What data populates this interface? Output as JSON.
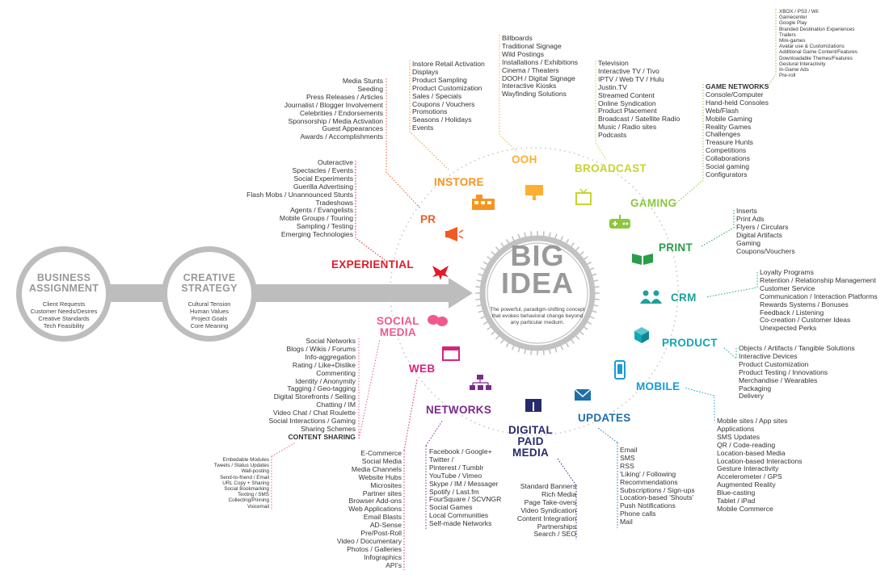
{
  "diagram": {
    "left": {
      "business": {
        "title": "BUSINESS ASSIGNMENT",
        "lines": [
          "Client Requests",
          "Customer Needs/Desires",
          "Creative Standards",
          "Tech Feasibility"
        ]
      },
      "creative": {
        "title": "CREATIVE STRATEGY",
        "lines": [
          "Cultural Tension",
          "Human Values",
          "Project Goals",
          "Core Meaning"
        ]
      }
    },
    "center": {
      "title": "BIG IDEA",
      "description": "The powerful, paradigm-shifting concept that evokes behavioral change beyond any particular medium."
    },
    "categories": [
      {
        "id": "experiential",
        "label": "EXPERIENTIAL",
        "color": "#e11b2b",
        "icon": "phoenix-bird-icon",
        "items": [
          "Outeractive",
          "Spectacles / Events",
          "Social Experiments",
          "Guerilla Advertising",
          "Flash Mobs / Unannounced Stunts",
          "Tradeshows",
          "Agents / Evangelists",
          "Mobile Groups / Touring",
          "Sampling / Testing",
          "Emerging Technologies"
        ]
      },
      {
        "id": "pr",
        "label": "PR",
        "color": "#f05a23",
        "icon": "megaphone-icon",
        "items": [
          "Media Stunts",
          "Seeding",
          "Press Releases / Articles",
          "Journalist / Blogger Involvement",
          "Celebrities / Endorsements",
          "Sponsorship / Media Activation",
          "Guest Appearances",
          "Awards / Accomplishments"
        ]
      },
      {
        "id": "instore",
        "label": "INSTORE",
        "color": "#f7941d",
        "icon": "store-shelf-icon",
        "items": [
          "Instore Retail Activation",
          "Displays",
          "Product Sampling",
          "Product Customization",
          "Sales / Specials",
          "Coupons / Vouchers",
          "Promotions",
          "Seasons / Holidays",
          "Events"
        ]
      },
      {
        "id": "ooh",
        "label": "OOH",
        "color": "#fbb034",
        "icon": "billboard-icon",
        "items": [
          "Billboards",
          "Traditional Signage",
          "Wild Postings",
          "Installations / Exhibitions",
          "Cinema / Theaters",
          "DOOH / Digital Signage",
          "Interactive Kiosks",
          "Wayfinding Solutions"
        ]
      },
      {
        "id": "broadcast",
        "label": "BROADCAST",
        "color": "#c7d52b",
        "icon": "television-icon",
        "items": [
          "Television",
          "Interactive TV / Tivo",
          "IPTV / Web TV / Hulu",
          "Justin.TV",
          "Streamed Content",
          "Online Syndication",
          "Product Placement",
          "Broadcast / Satellite Radio",
          "Music / Radio sites",
          "Podcasts"
        ]
      },
      {
        "id": "gaming",
        "label": "GAMING",
        "color": "#8dc63f",
        "icon": "game-controller-icon",
        "header": "GAME NETWORKS",
        "items": [
          "Console/Computer",
          "Hand-held Consoles",
          "Web/Flash",
          "Mobile Gaming",
          "Reality Games",
          "Challenges",
          "Treasure Hunts",
          "Competitions",
          "Collaborations",
          "Social gaming",
          "Configurators"
        ],
        "extra_items": [
          "XBOX / PS3 / Wii",
          "Gamecenter",
          "Google Play",
          "Branded Destination Experiences",
          "Trailers",
          "Mini-games",
          "Avatar use & Customizations",
          "Additional Game Content/Features",
          "Downloadable Themes/Features",
          "Gestural Interactivity",
          "In-Game Ads",
          "Pre-roll"
        ]
      },
      {
        "id": "print",
        "label": "PRINT",
        "color": "#2a9d4a",
        "icon": "open-book-icon",
        "items": [
          "Inserts",
          "Print Ads",
          "Flyers / Circulars",
          "Digital Artifacts",
          "Gaming",
          "Coupons/Vouchers"
        ]
      },
      {
        "id": "crm",
        "label": "CRM",
        "color": "#1aa39a",
        "icon": "people-icon",
        "items": [
          "Loyalty Programs",
          "Retention / Relationship Management",
          "Customer Service",
          "Communication / Interaction Platforms",
          "Rewards Systems / Bonuses",
          "Feedback / Listening",
          "Co-creation / Customer Ideas",
          "Unexpected Perks"
        ]
      },
      {
        "id": "product",
        "label": "PRODUCT",
        "color": "#13a6b4",
        "icon": "cube-icon",
        "items": [
          "Objects / Artifacts / Tangible Solutions",
          "Interactive Devices",
          "Product Customization",
          "Product Testing / Innovations",
          "Merchandise / Wearables",
          "Packaging",
          "Delivery"
        ]
      },
      {
        "id": "mobile",
        "label": "MOBILE",
        "color": "#1b9ad6",
        "icon": "smartphone-icon",
        "items": [
          "Mobile sites / App sites",
          "Applications",
          "SMS Updates",
          "QR / Code-reading",
          "Location-based Media",
          "Location-based Interactions",
          "Gesture Interactivity",
          "Accelerometer / GPS",
          "Augmented Reality",
          "Blue-casting",
          "Tablet / iPad",
          "Mobile Commerce"
        ]
      },
      {
        "id": "updates",
        "label": "UPDATES",
        "color": "#1f6fa8",
        "icon": "envelope-icon",
        "items": [
          "Email",
          "SMS",
          "RSS",
          "'Liking' / Following",
          "Recommendations",
          "Subscriptions / Sign-ups",
          "Location-based 'Shouts'",
          "Push Notifications",
          "Phone calls",
          "Mail"
        ]
      },
      {
        "id": "paid",
        "label": "DIGITAL PAID MEDIA",
        "label_lines": [
          "DIGITAL",
          "PAID",
          "MEDIA"
        ],
        "color": "#262a6d",
        "icon": "browser-ad-icon",
        "items": [
          "Standard Banners",
          "Rich Media",
          "Page Take-overs",
          "Video Syndication",
          "Content Integration",
          "Partnerships",
          "Search / SEO"
        ]
      },
      {
        "id": "networks",
        "label": "NETWORKS",
        "color": "#7b2a8c",
        "icon": "sitemap-icon",
        "items": [
          "Facebook / Google+",
          "Twitter /",
          "Pinterest / Tumblr",
          "YouTube / Vimeo",
          "Skype / IM / Messager",
          "Spotify / Last.fm",
          "FourSquare / SCVNGR",
          "Social Games",
          "Local Communities",
          "Self-made Networks"
        ]
      },
      {
        "id": "web",
        "label": "WEB",
        "color": "#d6247b",
        "icon": "browser-window-icon",
        "items": [
          "E-Commerce",
          "Social Media",
          "Media Channels",
          "Website Hubs",
          "Microsites",
          "Partner sites",
          "Browser Add-ons",
          "Web Applications",
          "Email Blasts",
          "AD-Sense",
          "Pre/Post-Roll",
          "Video / Documentary",
          "Photos / Galleries",
          "Infographics",
          "API's"
        ]
      },
      {
        "id": "social",
        "label": "SOCIAL MEDIA",
        "label_lines": [
          "SOCIAL",
          "MEDIA"
        ],
        "color": "#ef5a8a",
        "icon": "speech-bubbles-icon",
        "items": [
          "Social Networks",
          "Blogs / Wikis / Forums",
          "Info-aggregation",
          "Rating / Like+Dislike",
          "Commenting",
          "Identity / Anonymity",
          "Tagging / Geo-tagging",
          "Digital Storefronts / Selling",
          "Chatting / IM",
          "Video Chat / Chat Roulette",
          "Social Interactions / Gaming",
          "Sharing Schemes"
        ],
        "footer": "CONTENT SHARING",
        "extra_items": [
          "Embedable Modules",
          "Tweets / Status Updates",
          "Wall-posting",
          "Send-to-friend / Email",
          "URL Copy + Sharing",
          "Social Bookmarking",
          "Texting / SMS",
          "Collecting/Pinning",
          "Voicemail"
        ]
      }
    ]
  }
}
